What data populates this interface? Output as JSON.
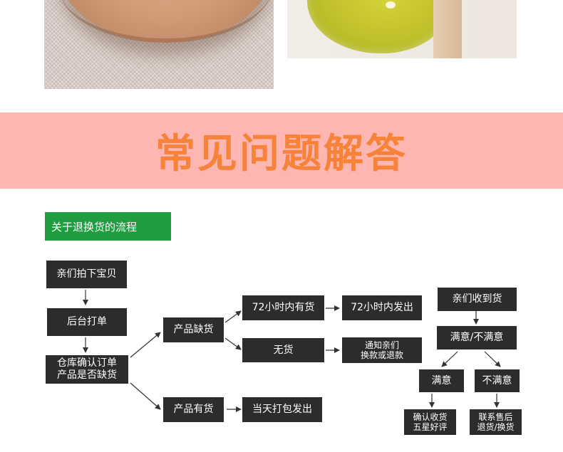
{
  "title": "常见问题解答",
  "section_tab": "关于退换货的流程",
  "flow": {
    "order": "亲们拍下宝贝",
    "backend": "后台打单",
    "warehouse_line1": "仓库确认订单",
    "warehouse_line2": "产品是否缺货",
    "out_of_stock": "产品缺货",
    "in_stock": "产品有货",
    "restock": "72小时内有货",
    "ship_72": "72小时内发出",
    "no_stock": "无货",
    "notify_line1": "通知亲们",
    "notify_line2": "换款或退款",
    "ship_today": "当天打包发出",
    "received": "亲们收到货",
    "satisfied_or_not": "满意/不满意",
    "satisfied": "满意",
    "unsatisfied": "不满意",
    "confirm_line1": "确认收货",
    "confirm_line2": "五星好评",
    "contact_line1": "联系售后",
    "contact_line2": "退货/换货"
  },
  "colors": {
    "banner_bg": "#fdb6b1",
    "title": "#f7823a",
    "tab_bg": "#1e9e3e",
    "box_bg": "#2c2c2c"
  }
}
